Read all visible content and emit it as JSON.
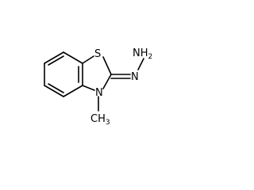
{
  "molecule": {
    "atoms": {
      "sulfur": "S",
      "ring_nitrogen": "N",
      "imine_nitrogen": "N",
      "hydrazine_nh": "NH",
      "hydrazine_sub": "2",
      "methyl": "CH",
      "methyl_sub": "3"
    }
  },
  "colors": {
    "bond": "#000000",
    "background": "#ffffff",
    "text": "#000000"
  }
}
